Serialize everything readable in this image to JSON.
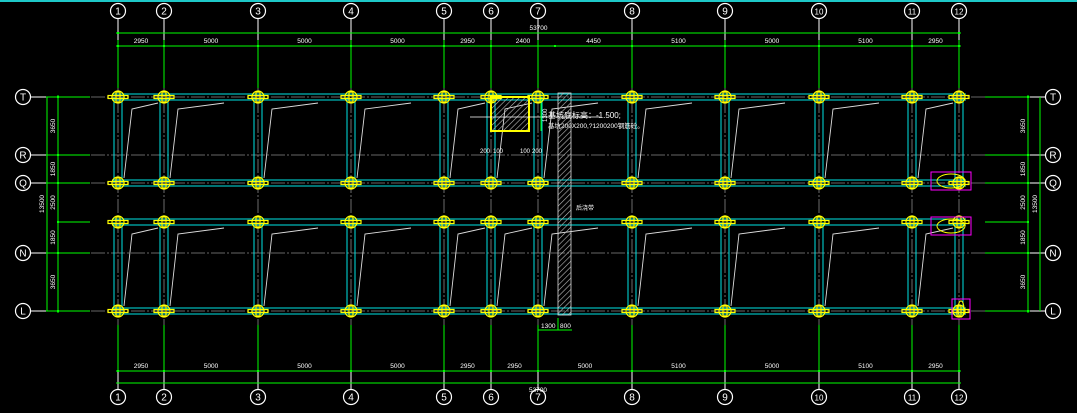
{
  "drawing": {
    "columns": [
      "1",
      "2",
      "3",
      "4",
      "5",
      "6",
      "7",
      "8",
      "9",
      "10",
      "11",
      "12"
    ],
    "rows": [
      "T",
      "R",
      "Q",
      "N",
      "L"
    ],
    "top_total": "53700",
    "top_dims": [
      "2950",
      "5000",
      "5000",
      "5000",
      "2950",
      "2400",
      "4450",
      "5100",
      "5000",
      "5100",
      "2950"
    ],
    "bottom_total": "53700",
    "bottom_dims": [
      "2950",
      "5000",
      "5000",
      "5000",
      "2950",
      "2950",
      "5000",
      "5100",
      "5000",
      "5100",
      "2950"
    ],
    "bottom_local_dims": [
      "1300",
      "800"
    ],
    "left_total": "13500",
    "left_dims": [
      "3650",
      "1850",
      "2500",
      "1850",
      "3650"
    ],
    "right_total": "13500",
    "right_dims": [
      "3650",
      "1850",
      "2500",
      "1850",
      "3650"
    ],
    "pit_dims": [
      "200",
      "100",
      "100",
      "200"
    ],
    "pit_height_dim": "1300",
    "note_line1": "基坑底标高：-1.500;",
    "note_line2": "基坑200X200,?1200200钢筋砼。",
    "band_label": "后浇带",
    "colors": {
      "grid": "#00ff00",
      "wall": "#00e5e5",
      "column": "#ffff00",
      "axis": "#ffffff",
      "equip": "#ff00ff",
      "hatch": "#cccccc"
    }
  }
}
